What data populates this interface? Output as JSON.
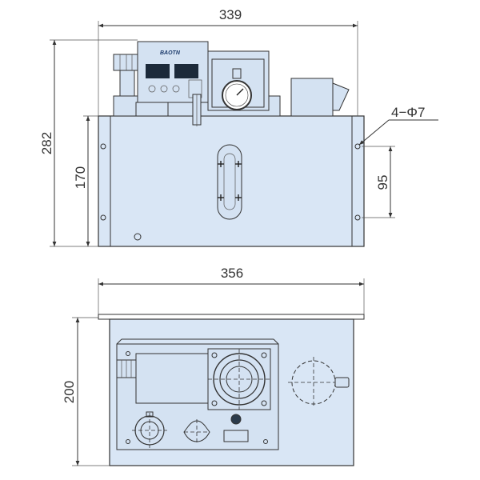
{
  "dimensions": {
    "front_width": "339",
    "front_height_total": "282",
    "front_height_tank": "170",
    "hole_spacing": "95",
    "holes": "4−Φ7",
    "top_width": "356",
    "top_depth": "200"
  },
  "logo": "BAOTN",
  "colors": {
    "body": "#d9e6f5",
    "outline": "#333333"
  }
}
